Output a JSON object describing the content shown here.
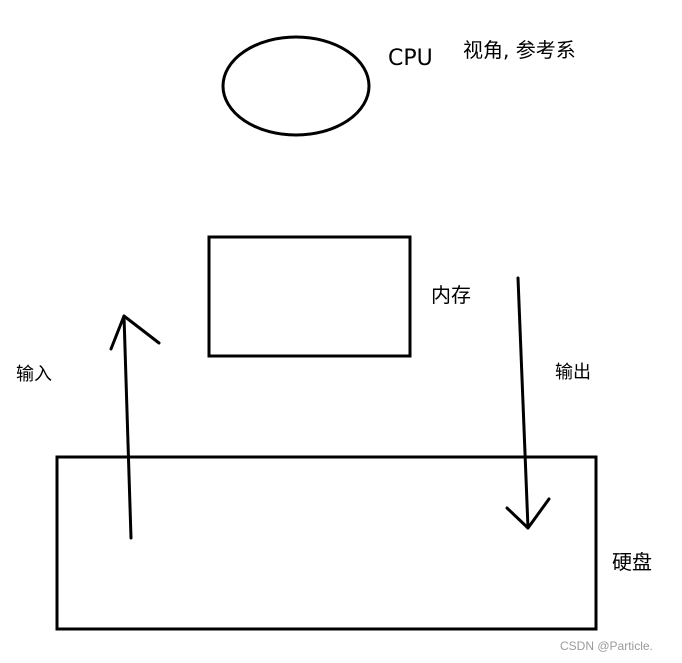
{
  "labels": {
    "cpu": "CPU",
    "viewpoint": "视角, 参考系",
    "memory": "内存",
    "input": "输入",
    "output": "输出",
    "disk": "硬盘",
    "watermark": "CSDN @Particle."
  },
  "colors": {
    "stroke": "#000000",
    "background": "#ffffff",
    "watermark": "#9a9a9a"
  }
}
